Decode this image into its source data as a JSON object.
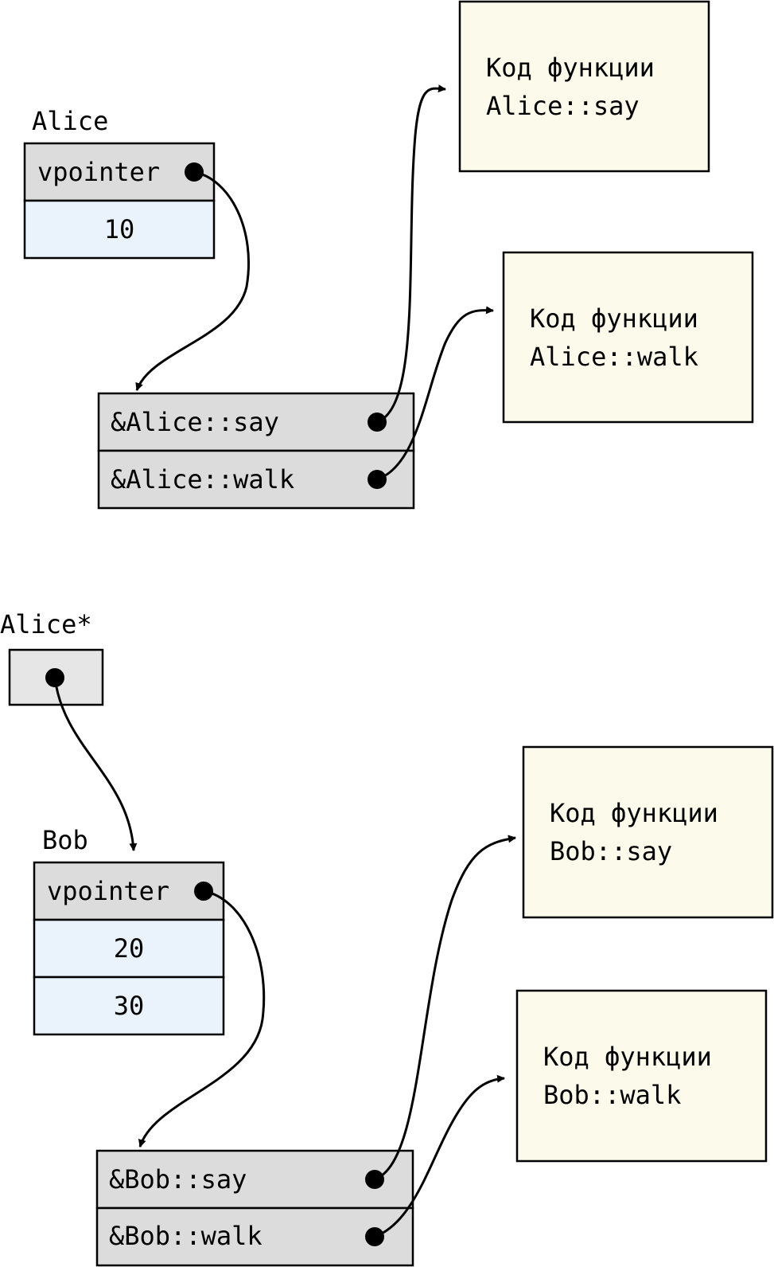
{
  "alice": {
    "label": "Alice",
    "vpointer": "vpointer",
    "field_value": "10",
    "vtable": [
      "&Alice::say",
      "&Alice::walk"
    ],
    "code_boxes": [
      {
        "line1": "Код функции",
        "line2": "Alice::say"
      },
      {
        "line1": "Код функции",
        "line2": "Alice::walk"
      }
    ]
  },
  "pointer": {
    "label": "Alice*"
  },
  "bob": {
    "label": "Bob",
    "vpointer": "vpointer",
    "field_values": [
      "20",
      "30"
    ],
    "vtable": [
      "&Bob::say",
      "&Bob::walk"
    ],
    "code_boxes": [
      {
        "line1": "Код функции",
        "line2": "Bob::say"
      },
      {
        "line1": "Код функции",
        "line2": "Bob::walk"
      }
    ]
  },
  "colors": {
    "gray_cell": "#dcdcdc",
    "blue_cell": "#eaf2fc",
    "code_box": "#fcfaeb",
    "pointer_box": "#e6e6e6",
    "stroke": "#000000"
  }
}
